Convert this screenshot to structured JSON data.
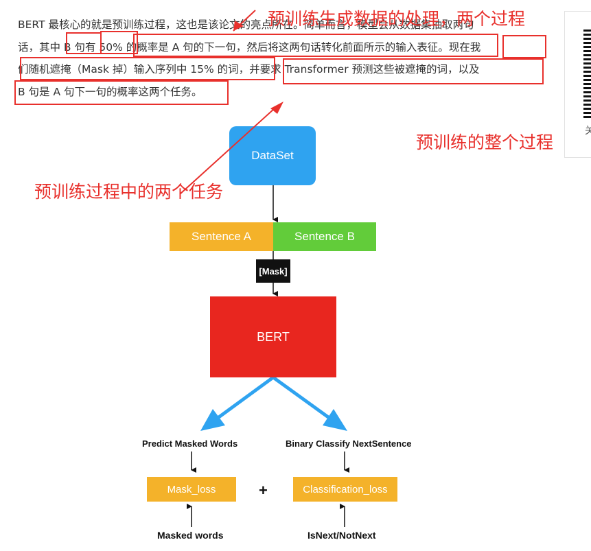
{
  "paragraph": {
    "lines": [
      "BERT 最核心的就是预训练过程，这也是该论文的亮点所在。简单而言，模型会从数据集抽取两句",
      "话，其中 B 句有 50% 的概率是 A 句的下一句，然后将这两句话转化前面所示的输入表征。现在我",
      "们随机遮掩（Mask 掉）输入序列中 15% 的词，并要求 Transformer 预测这些被遮掩的词，以及",
      "B 句是 A 句下一句的概率这两个任务。"
    ]
  },
  "annotations": {
    "data_processing": "预训练生成数据的处理，两个过程",
    "whole_process": "预训练的整个过程",
    "two_tasks": "预训练过程中的两个任务"
  },
  "side": {
    "text": "关"
  },
  "diagram": {
    "dataset": "DataSet",
    "sentence_a": "Sentence A",
    "sentence_b": "Sentence B",
    "mask": "[Mask]",
    "bert": "BERT",
    "predict_masked_words": "Predict Masked Words",
    "binary_classify": "Binary Classify NextSentence",
    "mask_loss": "Mask_loss",
    "plus": "+",
    "classification_loss": "Classification_loss",
    "masked_words": "Masked words",
    "isnext": "IsNext/NotNext"
  },
  "colors": {
    "dataset": "#2fa3f0",
    "sentence_a": "#f4b22a",
    "sentence_b": "#62cc3a",
    "mask": "#111111",
    "bert": "#e8261f",
    "loss": "#f4b22a",
    "annotation": "#e8302c",
    "branch_arrow": "#2fa3f0"
  }
}
